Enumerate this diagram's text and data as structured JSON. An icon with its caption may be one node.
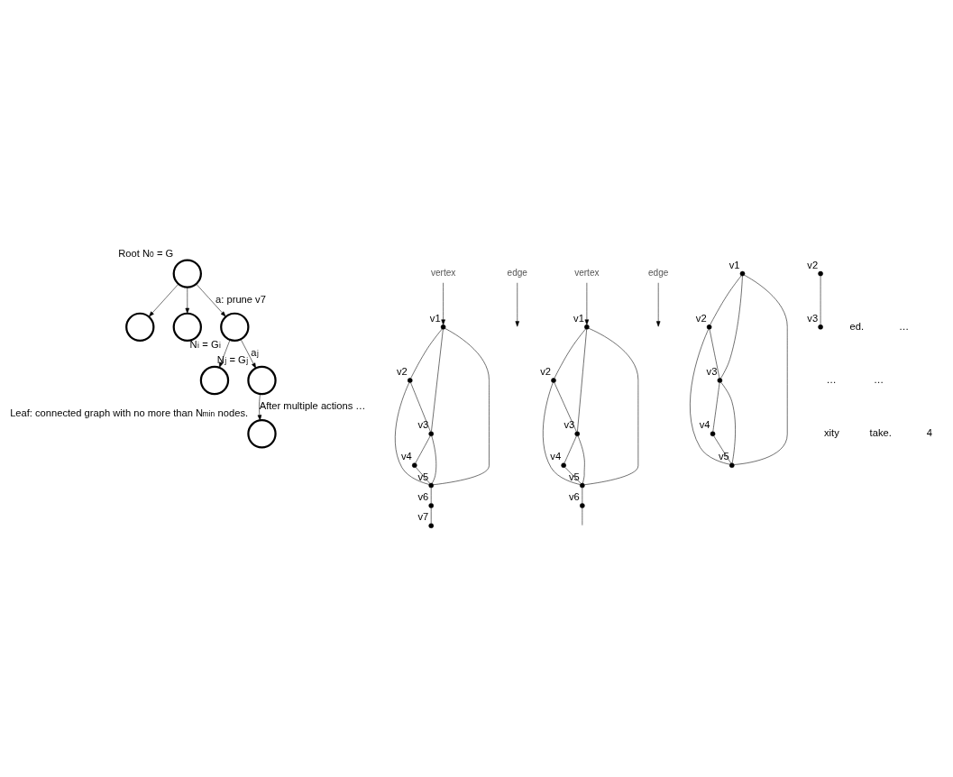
{
  "diagram": {
    "nodes": [
      {
        "text": [
          "Root N$_{0}$ = G"
        ]
      },
      {
        "text": [],
        "shape": "circle"
      },
      {
        "text": [],
        "shape": "circle"
      },
      {
        "text": [
          "N$_{i}$ = G$_{i}$"
        ]
      },
      {
        "text": [],
        "shape": "circle"
      },
      {
        "text": [
          "N$_{j}$ = G$_{j}$"
        ]
      },
      {
        "text": [
          "Leaf: connected graph with no more than N$_{min}$ nodes."
        ]
      },
      {
        "text": [],
        "shape": "circle",
        "beside": [
          "v1"
        ]
      },
      {
        "text": [],
        "shape": "circle",
        "beside": [
          "v2"
        ]
      },
      {
        "text": [],
        "shape": "circle",
        "beside": [
          "v3"
        ]
      },
      {
        "text": [],
        "shape": "circle",
        "beside": [
          "v4"
        ]
      },
      {
        "text": [],
        "shape": "circle",
        "beside": [
          "v5"
        ]
      },
      {
        "text": [],
        "shape": "circle",
        "beside": [
          "v6"
        ]
      },
      {
        "text": [],
        "shape": "circle",
        "beside": [
          "v7"
        ]
      },
      {
        "text": [
          "vertex"
        ]
      },
      {
        "text": [
          "edge"
        ]
      },
      {
        "text": [],
        "shape": "circle",
        "beside": [
          "v1"
        ]
      },
      {
        "text": [],
        "shape": "circle",
        "beside": [
          "v2"
        ]
      },
      {
        "text": [],
        "shape": "circle",
        "beside": [
          "v3"
        ]
      },
      {
        "text": [],
        "shape": "circle",
        "beside": [
          "v4"
        ]
      },
      {
        "text": [],
        "shape": "circle",
        "beside": [
          "v5"
        ]
      },
      {
        "text": [],
        "shape": "circle",
        "beside": [
          "v6"
        ]
      },
      {
        "text": [
          "vertex"
        ]
      },
      {
        "text": [
          "edge"
        ]
      },
      {
        "text": [],
        "shape": "circle",
        "beside": [
          "v1"
        ]
      },
      {
        "text": [],
        "shape": "circle",
        "beside": [
          "v2"
        ]
      },
      {
        "text": [],
        "shape": "circle",
        "beside": [
          "v3"
        ]
      },
      {
        "text": [],
        "shape": "circle",
        "beside": [
          "v4"
        ]
      },
      {
        "text": [],
        "shape": "circle",
        "beside": [
          "v5"
        ]
      },
      {
        "text": [],
        "shape": "circle",
        "beside": [
          "v2"
        ]
      },
      {
        "text": [],
        "shape": "circle",
        "beside": [
          "v3"
        ]
      }
    ],
    "edges": [
      {
        "from": 0,
        "to": 1,
        "arrow": "to"
      },
      {
        "from": 0,
        "to": 2,
        "arrow": "to"
      },
      {
        "from": 0,
        "to": 3,
        "label": "a: prune v7",
        "arrow": "to"
      },
      {
        "from": 3,
        "to": 4,
        "arrow": "to"
      },
      {
        "from": 3,
        "to": 5,
        "label": "a$_{j}$",
        "arrow": "to"
      },
      {
        "from": 5,
        "to": 6,
        "label": "After multiple actions …",
        "arrow": "to"
      },
      {
        "from": 7,
        "to": 8,
        "arrow": "none"
      },
      {
        "from": 7,
        "to": 9,
        "arrow": "none"
      },
      {
        "from": 7,
        "to": 11,
        "arrow": "none"
      },
      {
        "from": 8,
        "to": 9,
        "arrow": "none"
      },
      {
        "from": 8,
        "to": 11,
        "arrow": "none"
      },
      {
        "from": 9,
        "to": 11,
        "arrow": "none"
      },
      {
        "from": 9,
        "to": 10,
        "arrow": "none"
      },
      {
        "from": 10,
        "to": 11,
        "arrow": "none"
      },
      {
        "from": 11,
        "to": 12,
        "arrow": "none"
      },
      {
        "from": 12,
        "to": 13,
        "arrow": "none"
      },
      {
        "from": 14,
        "to": 7,
        "arrow": "to"
      },
      {
        "from": 15,
        "to": null,
        "arrow": "to"
      },
      {
        "from": 16,
        "to": 17,
        "arrow": "none"
      },
      {
        "from": 16,
        "to": 18,
        "arrow": "none"
      },
      {
        "from": 16,
        "to": 20,
        "arrow": "none"
      },
      {
        "from": 17,
        "to": 18,
        "arrow": "none"
      },
      {
        "from": 17,
        "to": 20,
        "arrow": "none"
      },
      {
        "from": 18,
        "to": 20,
        "arrow": "none"
      },
      {
        "from": 18,
        "to": 19,
        "arrow": "none"
      },
      {
        "from": 19,
        "to": 20,
        "arrow": "none"
      },
      {
        "from": 20,
        "to": 21,
        "arrow": "none"
      },
      {
        "from": 21,
        "to": null,
        "arrow": "none"
      },
      {
        "from": 22,
        "to": 16,
        "arrow": "to"
      },
      {
        "from": 23,
        "to": null,
        "arrow": "to"
      },
      {
        "from": 24,
        "to": 25,
        "arrow": "none"
      },
      {
        "from": 24,
        "to": 26,
        "arrow": "none"
      },
      {
        "from": 24,
        "to": 28,
        "arrow": "none"
      },
      {
        "from": 25,
        "to": 26,
        "arrow": "none"
      },
      {
        "from": 25,
        "to": 28,
        "arrow": "none"
      },
      {
        "from": 26,
        "to": 28,
        "arrow": "none"
      },
      {
        "from": 26,
        "to": 27,
        "arrow": "none"
      },
      {
        "from": 27,
        "to": 28,
        "arrow": "none"
      },
      {
        "from": 29,
        "to": 30,
        "arrow": "none"
      }
    ],
    "labels": [
      "ed.",
      "…",
      "…",
      "…",
      "xity",
      "take.",
      "4"
    ]
  }
}
